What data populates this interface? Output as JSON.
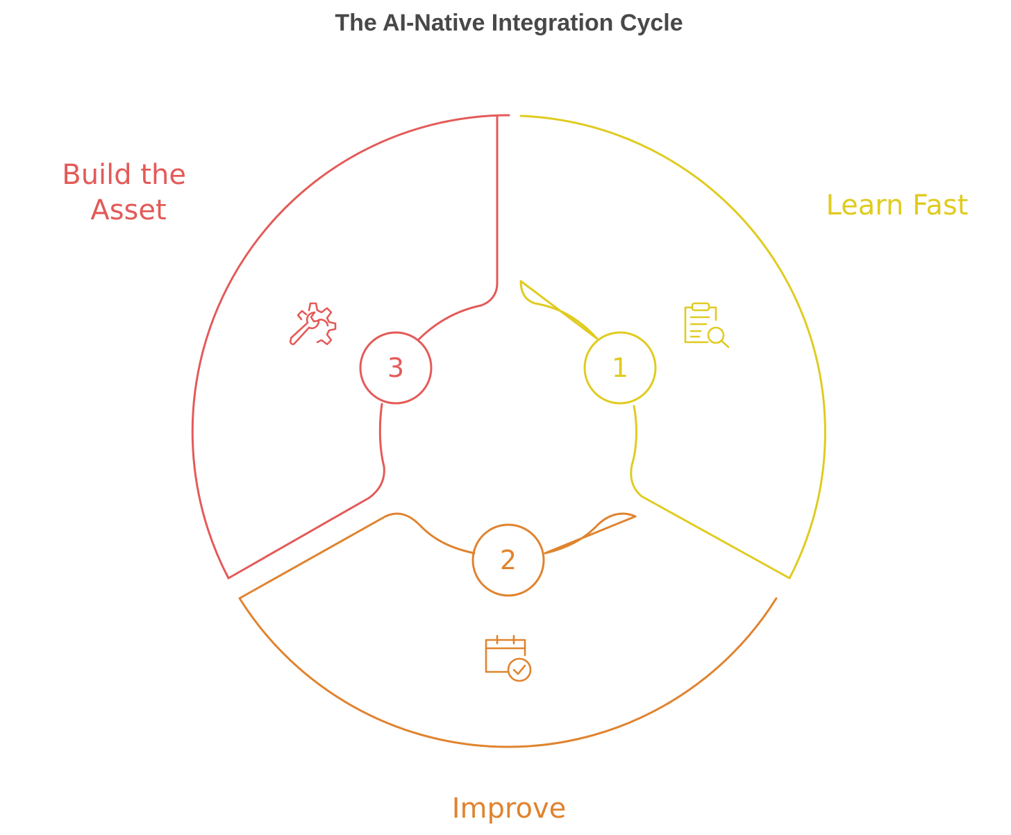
{
  "title": "The AI-Native Integration Cycle",
  "colors": {
    "learn": "#E0CB1F",
    "improve": "#E0832E",
    "build": "#E35A58",
    "title": "#484848"
  },
  "segments": [
    {
      "id": "learn",
      "number": "1",
      "label_lines": [
        "Learn Fast"
      ],
      "icon": "clipboard-search-icon"
    },
    {
      "id": "improve",
      "number": "2",
      "label_lines": [
        "Improve"
      ],
      "icon": "calendar-check-icon"
    },
    {
      "id": "build",
      "number": "3",
      "label_lines": [
        "Build the",
        "Asset"
      ],
      "icon": "gear-wrench-icon"
    }
  ]
}
